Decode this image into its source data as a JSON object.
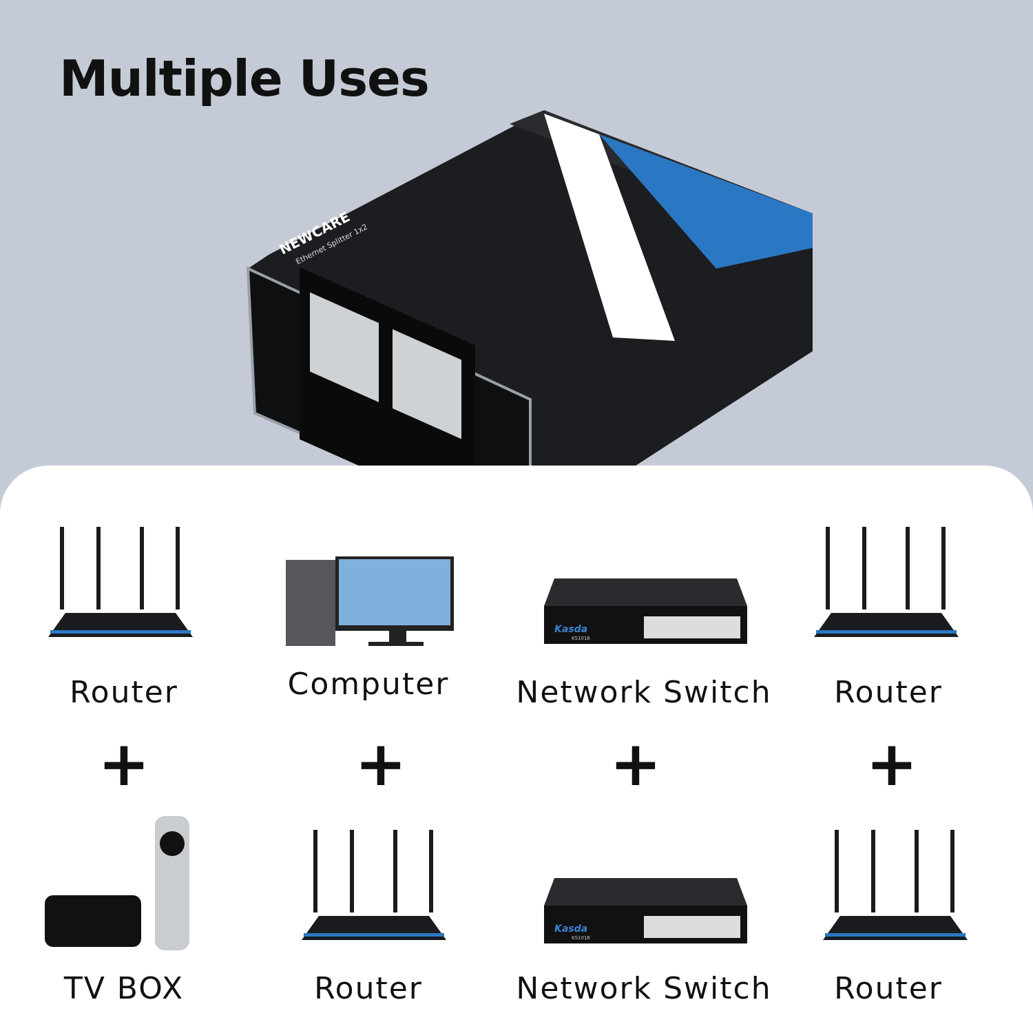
{
  "title": "Multiple Uses",
  "product": {
    "brand": "NEWCARE",
    "model": "Ethernet Splitter 1x2"
  },
  "switch_brand": "Kasda",
  "switch_model": "KS1016",
  "pairs": [
    {
      "top": "Router",
      "bottom": "TV BOX"
    },
    {
      "top": "Computer",
      "bottom": "Router"
    },
    {
      "top": "Network Switch",
      "bottom": "Network Switch"
    },
    {
      "top": "Router",
      "bottom": "Router"
    }
  ],
  "plus": "+",
  "colors": {
    "background": "#c5cbd6",
    "panel": "#ffffff",
    "accent": "#2a78c4"
  }
}
